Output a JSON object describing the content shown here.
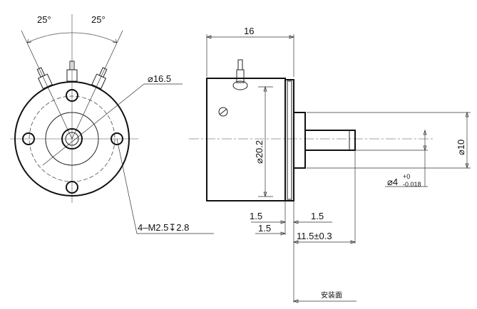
{
  "front_view": {
    "angle_left": "25°",
    "angle_right": "25°",
    "diameter_label": "⌀16.5",
    "hole_spec": "4–M2.5",
    "hole_depth_symbol": "↧",
    "hole_depth": "2.8"
  },
  "side_view": {
    "length": "16",
    "body_diameter": "⌀20.2",
    "shaft_diameter": "⌀10",
    "shaft_tol_base": "⌀4",
    "shaft_tol_upper": "+0",
    "shaft_tol_lower": "-0.018",
    "dim_1_5_a": "1.5",
    "dim_1_5_b": "1.5",
    "dim_1_5_c": "1.5",
    "dim_shaft": "11.5±0.3",
    "mount_surface": "安装面"
  }
}
